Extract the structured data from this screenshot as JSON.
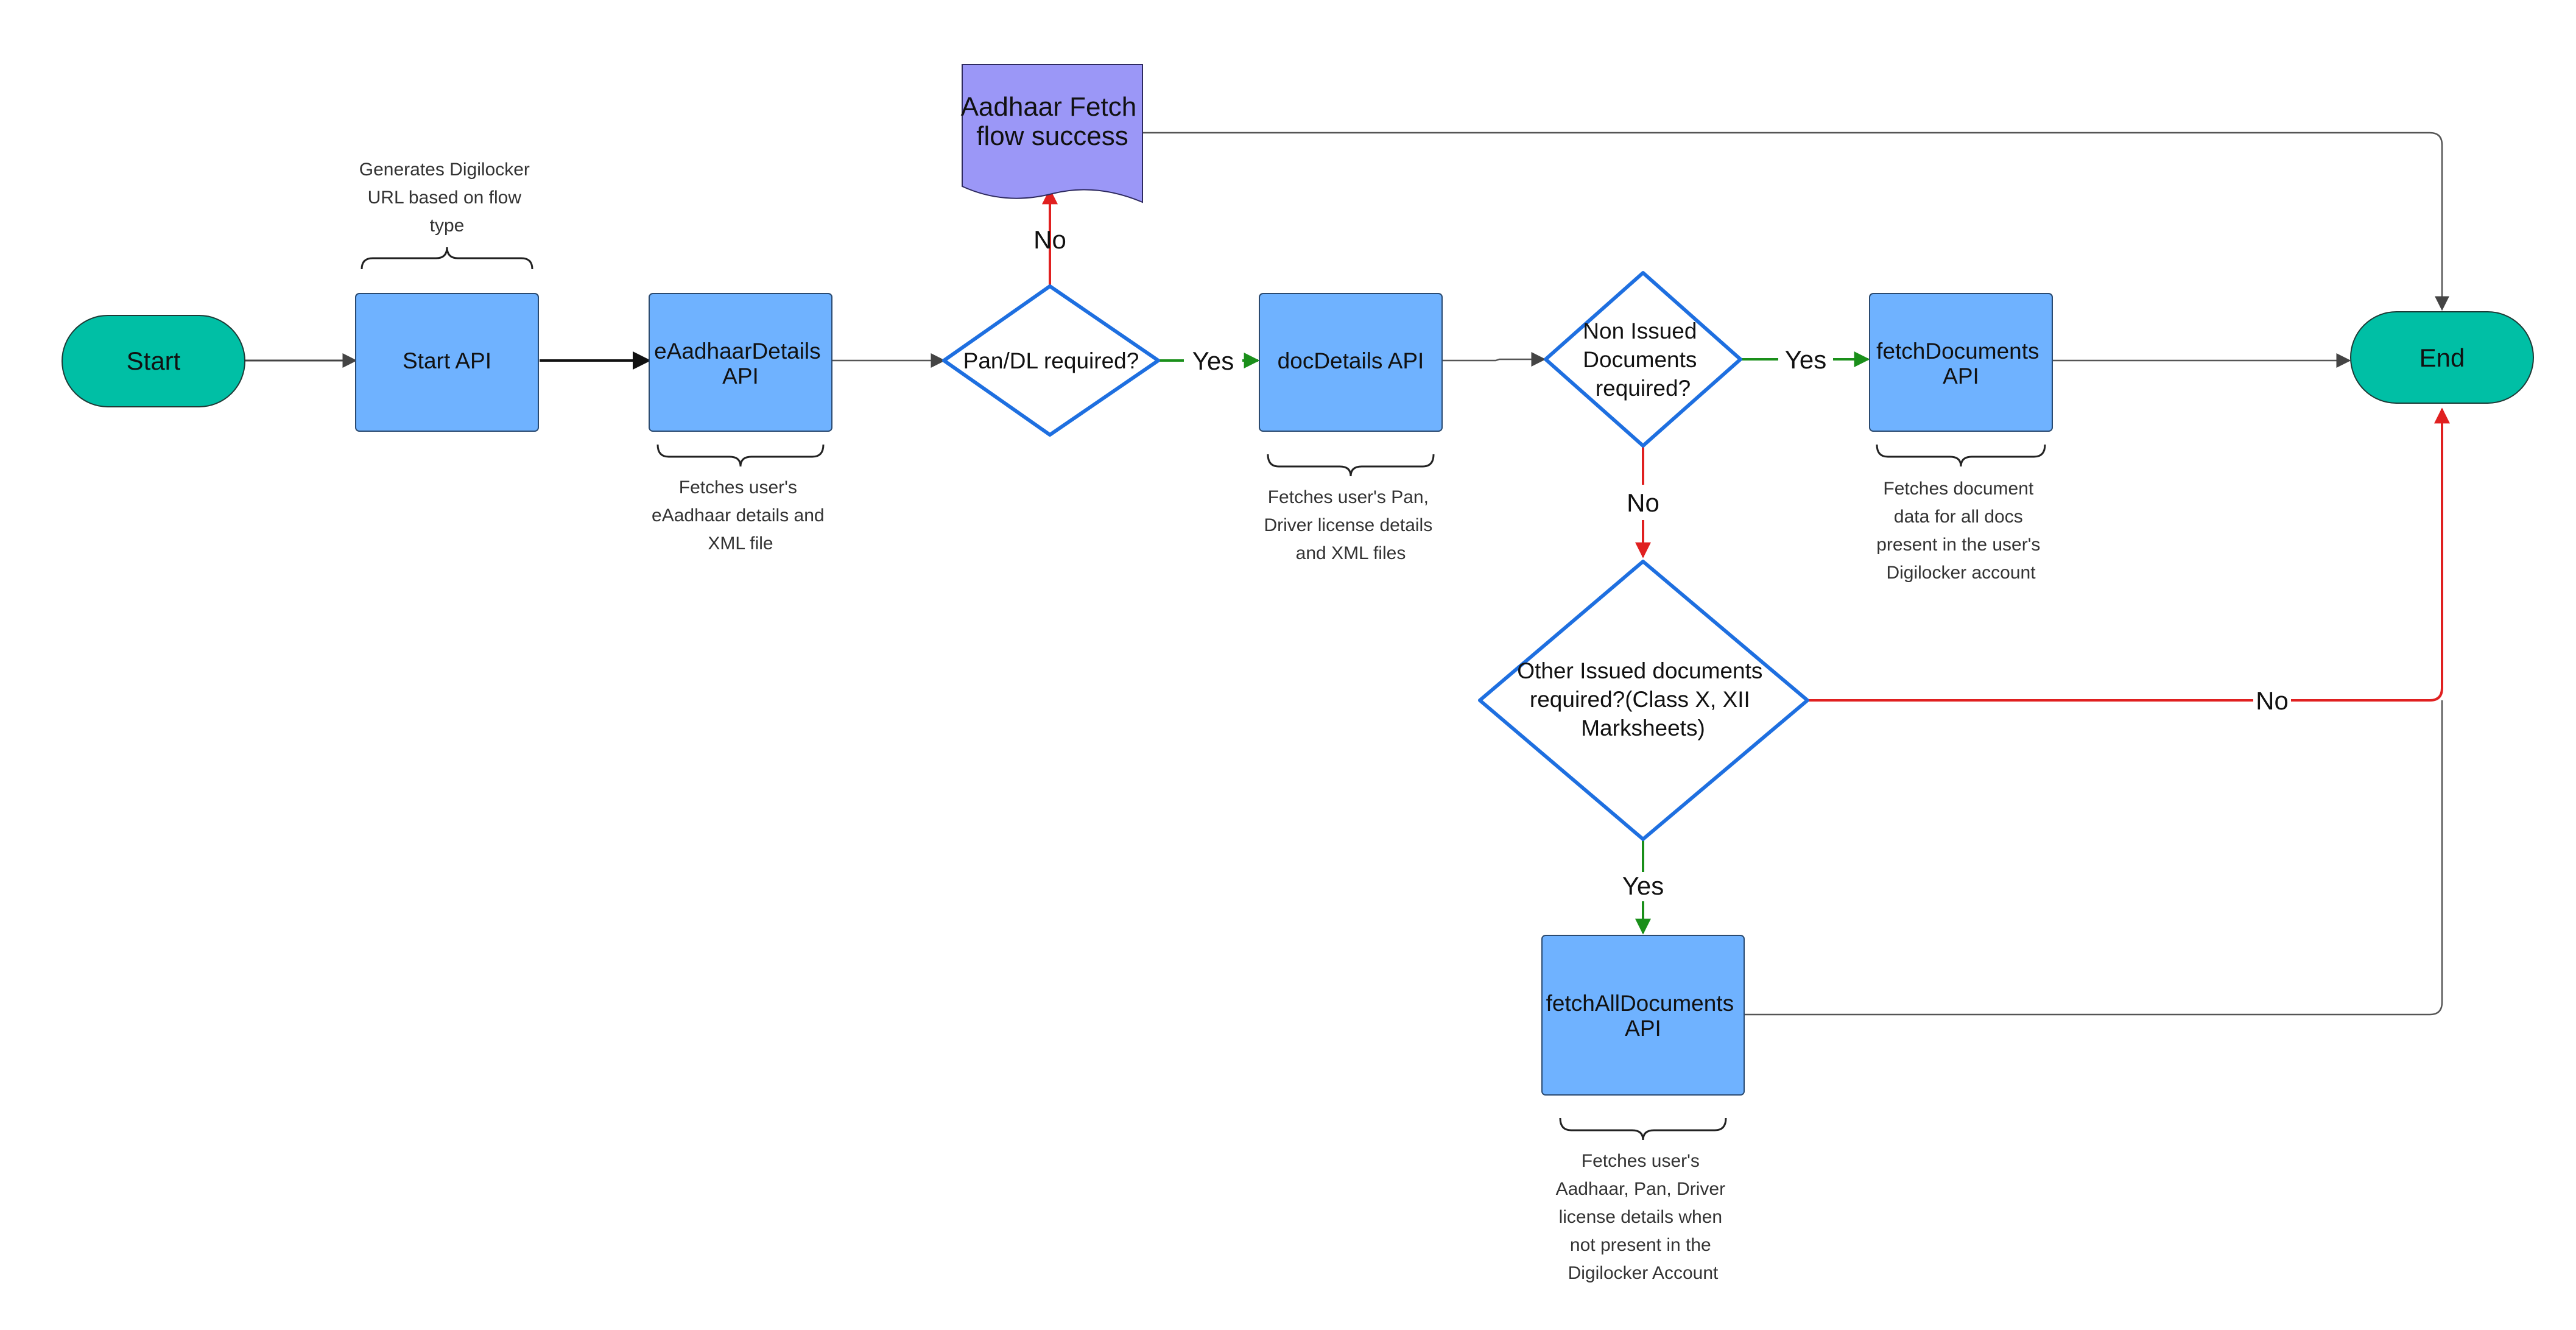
{
  "diagram": {
    "nodes": {
      "start": "Start",
      "end": "End",
      "start_api": "Start API",
      "eaadhaar_api": [
        "eAadhaarDetails",
        "API"
      ],
      "pan_dl": "Pan/DL required?",
      "aadhaar_success": [
        "Aadhaar Fetch",
        "flow success"
      ],
      "docdetails_api": "docDetails API",
      "non_issued": [
        "Non Issued",
        "Documents",
        "required?"
      ],
      "fetchdocs_api": [
        "fetchDocuments",
        "API"
      ],
      "other_issued": [
        "Other Issued documents",
        "required?(Class X, XII",
        "Marksheets)"
      ],
      "fetchall_api": [
        "fetchAllDocuments",
        "API"
      ]
    },
    "notes": {
      "start_api": [
        "Generates Digilocker",
        "URL based on flow",
        "type"
      ],
      "eaadhaar_api": [
        "Fetches user's",
        "eAadhaar details and",
        "XML file"
      ],
      "docdetails_api": [
        "Fetches user's Pan,",
        "Driver license details",
        "and XML files"
      ],
      "fetchdocs_api": [
        "Fetches document",
        "data for all docs",
        "present in the user's",
        "Digilocker account"
      ],
      "fetchall_api": [
        "Fetches user's",
        "Aadhaar, Pan, Driver",
        "license details when",
        "not present in the",
        "Digilocker Account"
      ]
    },
    "edge_labels": {
      "pan_no": "No",
      "pan_yes": "Yes",
      "non_issued_yes": "Yes",
      "non_issued_no": "No",
      "other_no": "No",
      "other_yes": "Yes"
    },
    "colors": {
      "terminal": "#00BFA5",
      "process": "#6FB2FF",
      "document": "#9B97F7",
      "decision_stroke": "#1E6FE0",
      "yes_edge": "#1A8F1A",
      "no_edge": "#E02020",
      "default_edge": "#555555"
    }
  }
}
